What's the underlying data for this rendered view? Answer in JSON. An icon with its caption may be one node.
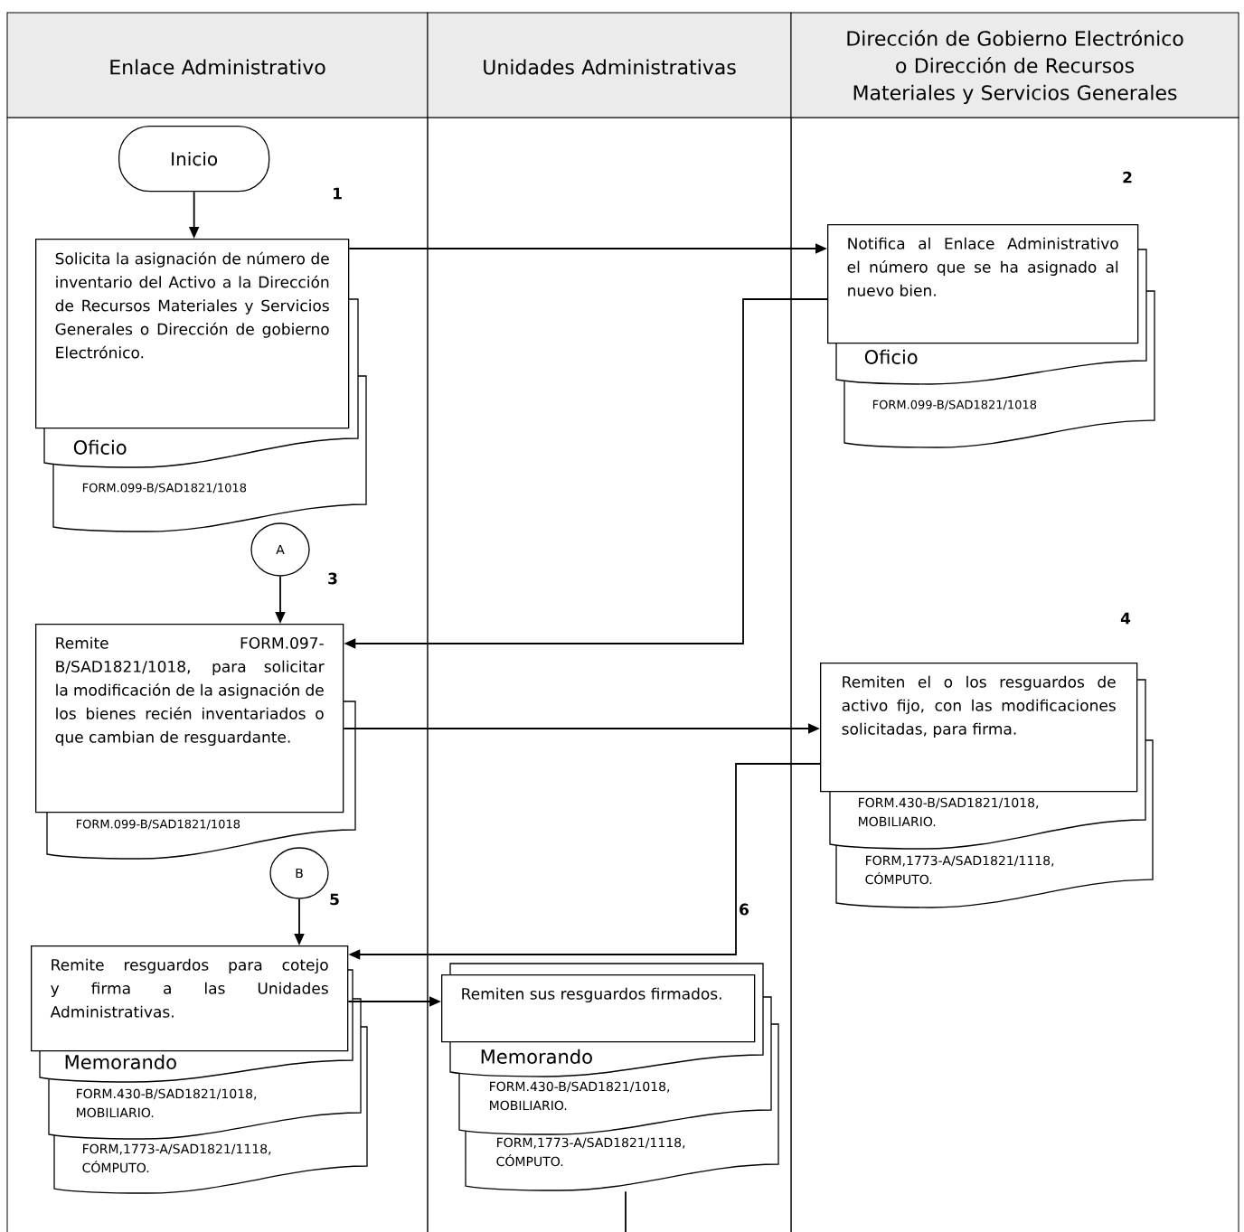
{
  "diagram": {
    "nodes": [
      {
        "text": [
          "Enlace Administrativo"
        ]
      },
      {
        "text": [
          "Unidades Administrativas"
        ]
      },
      {
        "text": [
          "Dirección de Gobierno Electrónico o Dirección de Recursos Materiales y Servicios Generales"
        ]
      },
      {
        "text": [
          "Inicio"
        ],
        "in": 0
      },
      {
        "text": [
          "Solicita la asignación de número de inventario del Activo a la Dirección de Recursos Materiales y Servicios Generales o Dirección de gobierno Electrónico.",
          "Oficio",
          "FORM.099-B/SAD1821/1018"
        ],
        "in": 0
      },
      {
        "text": [
          "A"
        ],
        "in": 0
      },
      {
        "text": [
          "Remite FORM.097-B/SAD1821/1018, para solicitar la modificación de la asignación de los bienes recién inventariados o que cambian de resguardante.",
          "FORM.099-B/SAD1821/1018"
        ],
        "in": 0
      },
      {
        "text": [
          "B"
        ],
        "in": 0
      },
      {
        "text": [
          "Remite resguardos para cotejo y firma a las Unidades Administrativas.",
          "Memorando",
          "FORM.430-B/SAD1821/1018, MOBILIARIO.",
          "FORM,1773-A/SAD1821/1118, CÓMPUTO."
        ],
        "in": 0
      },
      {
        "text": [
          "Remiten sus resguardos firmados.",
          "Memorando",
          "FORM.430-B/SAD1821/1018, MOBILIARIO.",
          "FORM,1773-A/SAD1821/1118, CÓMPUTO."
        ],
        "in": 1
      },
      {
        "text": [
          "Notifica al Enlace Administrativo el número que se ha asignado al nuevo bien.",
          "Oficio",
          "FORM.099-B/SAD1821/1018"
        ],
        "in": 2
      },
      {
        "text": [
          "Remiten el o los resguardos de activo fijo, con las modificaciones solicitadas, para firma.",
          "FORM.430-B/SAD1821/1018, MOBILIARIO.",
          "FORM,1773-A/SAD1821/1118, CÓMPUTO."
        ],
        "in": 2
      }
    ],
    "edges": [
      {
        "from": 3,
        "to": 4,
        "arrow": "to"
      },
      {
        "from": 4,
        "to": 10,
        "arrow": "to"
      },
      {
        "from": 10,
        "to": 6,
        "arrow": "to"
      },
      {
        "from": 5,
        "to": 6,
        "arrow": "to"
      },
      {
        "from": 6,
        "to": 11,
        "arrow": "to"
      },
      {
        "from": 11,
        "to": 8,
        "arrow": "to"
      },
      {
        "from": 7,
        "to": 8,
        "arrow": "to"
      },
      {
        "from": 8,
        "to": 9,
        "arrow": "to"
      },
      {
        "from": 9,
        "to": null,
        "arrow": "none"
      }
    ],
    "labels": [
      "2",
      "1",
      "3",
      "4",
      "5",
      "6"
    ]
  }
}
